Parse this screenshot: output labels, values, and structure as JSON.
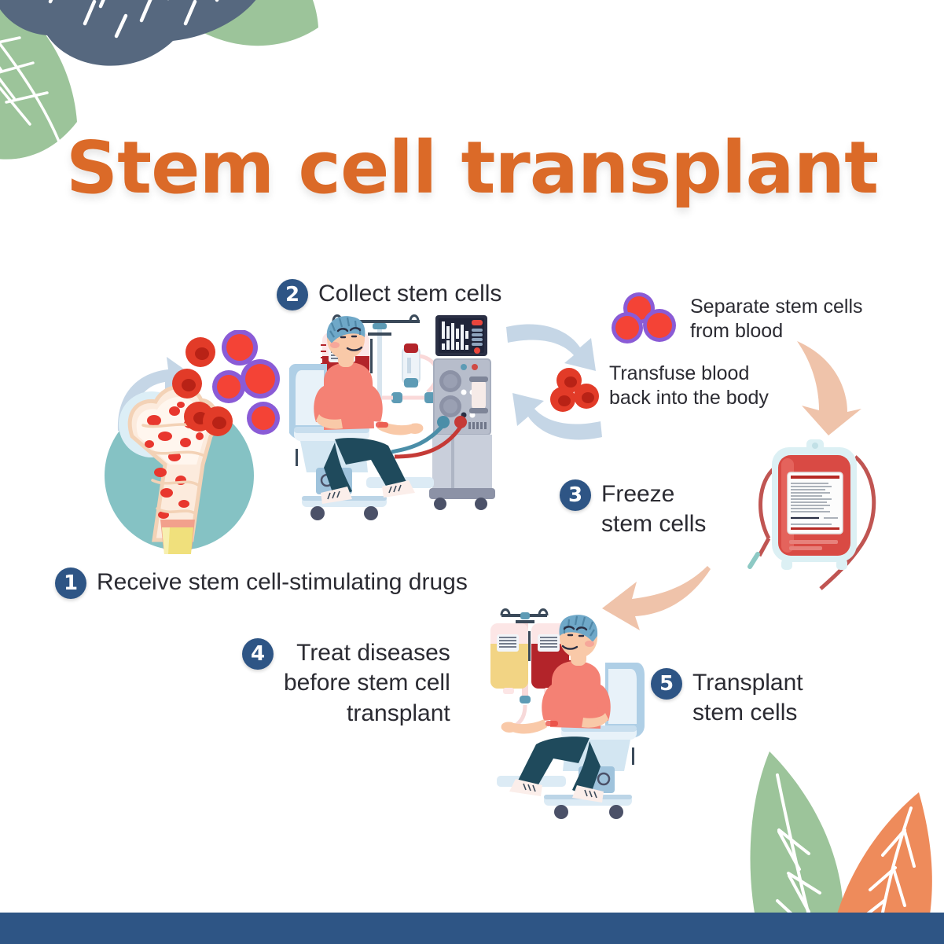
{
  "page": {
    "title": "Stem cell transplant",
    "background_color": "#ffffff",
    "accent_orange": "#DB6A28",
    "badge_blue": "#2E5585",
    "footer_color": "#2E5585",
    "text_color": "#2b2b32"
  },
  "steps": [
    {
      "number": "1",
      "label": "Receive stem cell-stimulating drugs"
    },
    {
      "number": "2",
      "label": "Collect stem cells"
    },
    {
      "number": "3",
      "label": "Freeze\nstem cells"
    },
    {
      "number": "4",
      "label": "Treat diseases before stem cell transplant"
    },
    {
      "number": "5",
      "label": "Transplant\nstem cells"
    }
  ],
  "step1": {
    "number": "1",
    "label": "Receive stem cell-stimulating drugs"
  },
  "step2": {
    "number": "2",
    "label": "Collect stem cells"
  },
  "step3": {
    "number": "3",
    "line1": "Freeze",
    "line2": "stem cells"
  },
  "step4": {
    "number": "4",
    "line1": "Treat diseases",
    "line2": "before stem cell",
    "line3": "transplant"
  },
  "step5": {
    "number": "5",
    "line1": "Transplant",
    "line2": "stem cells"
  },
  "notes": {
    "separate": {
      "line1": "Separate stem cells",
      "line2": "from blood"
    },
    "transfuse": {
      "line1": "Transfuse blood",
      "line2": "back into the body"
    }
  },
  "illustrations": {
    "bone": "bone-marrow-with-blood-cells",
    "apheresis": "patient-in-chair-with-apheresis-machine",
    "bloodbag": "blood-bag-with-label-and-tubing",
    "transplant": "patient-in-chair-with-iv-drip-bags",
    "stem_cells": "stem-cell-cluster",
    "red_cells": "red-blood-cell-cluster"
  },
  "arrows": {
    "blue": "#C5D6E6",
    "peach": "#EFC3AA"
  },
  "decor": {
    "leaf_green": "#9CC49A",
    "leaf_orange": "#EE8B5B",
    "cloud_slate": "#56687F"
  }
}
